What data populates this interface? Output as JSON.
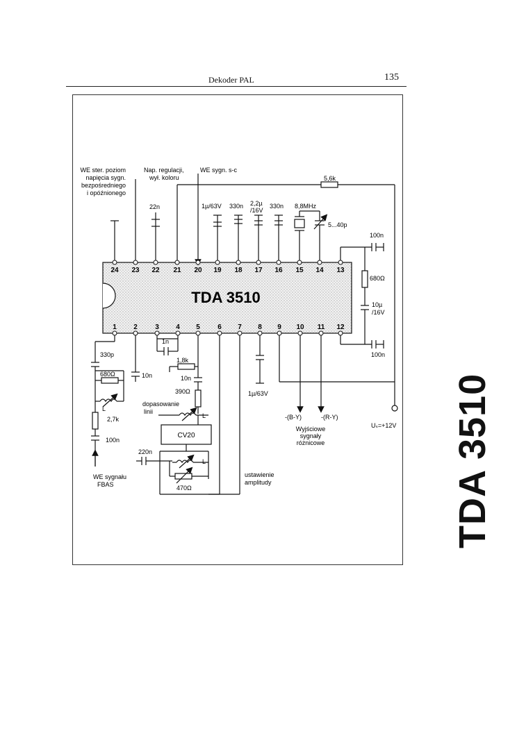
{
  "header": {
    "title": "Dekoder PAL",
    "page_number": "135"
  },
  "side_title": "TDA 3510",
  "chip": {
    "name": "TDA 3510",
    "pins_top": [
      "24",
      "23",
      "22",
      "21",
      "20",
      "19",
      "18",
      "17",
      "16",
      "15",
      "14",
      "13"
    ],
    "pins_bottom": [
      "1",
      "2",
      "3",
      "4",
      "5",
      "6",
      "7",
      "8",
      "9",
      "10",
      "11",
      "12"
    ]
  },
  "labels": {
    "we_ster_1": "WE ster. poziom",
    "we_ster_2": "napięcia sygn.",
    "we_ster_3": "bezpośredniego",
    "we_ster_4": "i opóźnionego",
    "nap_reg_1": "Nap. regulacji,",
    "nap_reg_2": "wył. koloru",
    "we_sc": "WE sygn. s-c",
    "r_5k6": "5,6k",
    "c_22n": "22n",
    "c_1u63": "1µ/63V",
    "c_330n_a": "330n",
    "c_2u2_1": "2,2µ",
    "c_2u2_2": "/16V",
    "c_330n_b": "330n",
    "xtal": "8,8MHz",
    "trim": "5...40p",
    "c_100n_top": "100n",
    "r_680_right": "680Ω",
    "c_10u_1": "10µ",
    "c_10u_2": "/16V",
    "c_100n_bot": "100n",
    "c_1n": "1n",
    "c_330p": "330p",
    "c_10n_a": "10n",
    "r_680_left": "680Ω",
    "ind_L_left": "L",
    "r_2k7": "2,7k",
    "c_100n_left": "100n",
    "we_fbas_1": "WE sygnału",
    "we_fbas_2": "FBAS",
    "r_1k8": "1,8k",
    "c_10n_b": "10n",
    "r_390": "390Ω",
    "dopas_1": "dopasowanie",
    "dopas_2": "linii",
    "ind_L_mid": "L",
    "cv20": "CV20",
    "c_220n": "220n",
    "ind_L_low": "L",
    "r_470": "470Ω",
    "ustaw_1": "ustawienie",
    "ustaw_2": "amplitudy",
    "c_1u63_b": "1µ/63V",
    "out_by": "-(B-Y)",
    "out_ry": "-(R-Y)",
    "wyj_1": "Wyjściowe",
    "wyj_2": "sygnały",
    "wyj_3": "różnicowe",
    "supply": "Uₛ=+12V"
  }
}
